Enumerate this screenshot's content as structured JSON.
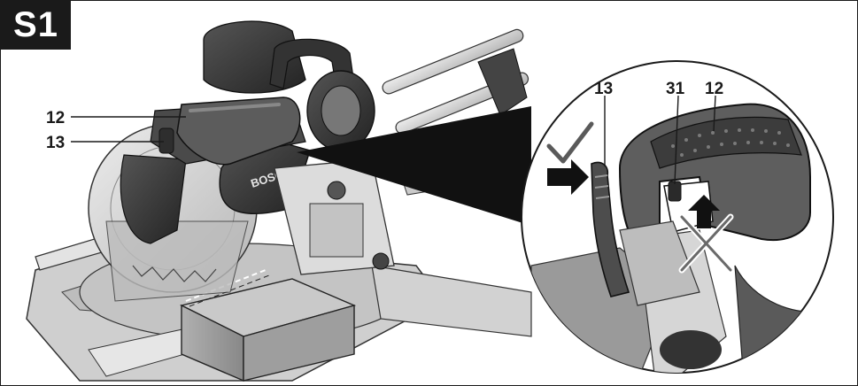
{
  "figure": {
    "badge": "S1",
    "callouts": {
      "left_12": "12",
      "left_13": "13",
      "detail_13": "13",
      "detail_31": "31",
      "detail_12": "12"
    },
    "brand_text": "BOSCH",
    "correct_mark_icon": "checkmark-icon",
    "incorrect_mark_icon": "x-mark-icon",
    "push_direction_icon": "arrow-right-icon",
    "lift_direction_icon": "arrow-up-icon"
  },
  "colors": {
    "outline": "#1a1a1a",
    "metal_light": "#d9d9d9",
    "metal_mid": "#a8a8a8",
    "body_dark": "#3a3a3a",
    "handle_grey": "#6e6e6e"
  }
}
